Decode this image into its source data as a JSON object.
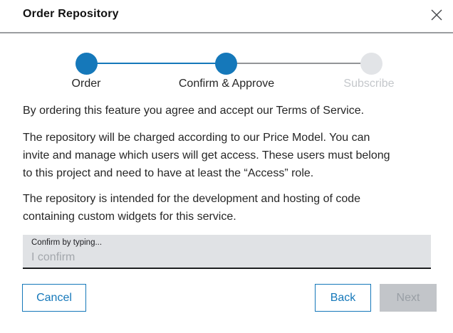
{
  "dialog": {
    "title": "Order Repository"
  },
  "stepper": {
    "steps": [
      {
        "label": "Order",
        "state": "complete"
      },
      {
        "label": "Confirm & Approve",
        "state": "active"
      },
      {
        "label": "Subscribe",
        "state": "upcoming"
      }
    ]
  },
  "body": {
    "paragraphs": [
      {
        "lines": [
          "By ordering this feature you agree and accept our Terms of Service."
        ]
      },
      {
        "lines": [
          "The repository will be charged according to our Price Model. You can",
          "invite and manage which users will get access. These users must belong",
          "to this project and need to have at least the “Access” role."
        ]
      },
      {
        "lines": [
          "The repository is intended for the development and hosting of code",
          "containing custom widgets for this service."
        ]
      }
    ]
  },
  "form": {
    "confirm_field": {
      "label": "Confirm by typing...",
      "placeholder": "I confirm",
      "value": ""
    }
  },
  "footer": {
    "cancel_label": "Cancel",
    "back_label": "Back",
    "next_label": "Next",
    "next_disabled": true
  },
  "icons": {
    "close": "close-icon"
  },
  "colors": {
    "accent_blue": "#1578ba",
    "step_inactive": "#e2e4e7",
    "connector_gray": "#929497",
    "text": "#262626",
    "muted_step_label": "#c4c7cb",
    "field_bg": "#e0e2e5",
    "field_border_bottom": "#1d1e20",
    "placeholder": "#a3a7ac",
    "disabled_button_bg": "#c2c5c9",
    "disabled_button_text": "#999fa5",
    "divider": "#9b9da0"
  }
}
